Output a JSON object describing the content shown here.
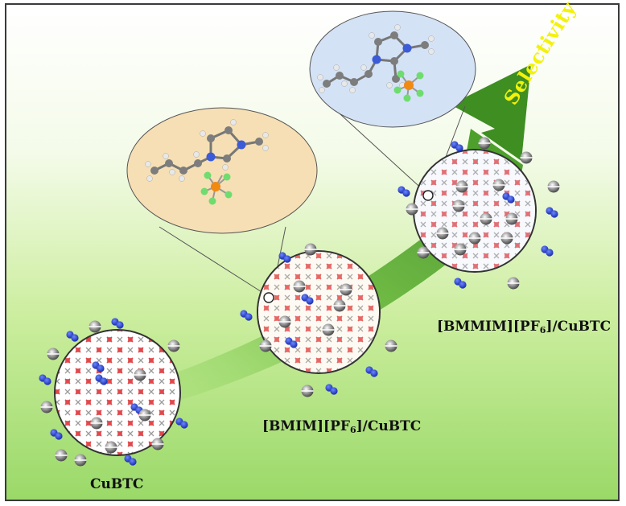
{
  "labels": {
    "arrow": "Selectivity",
    "framework_1": "CuBTC",
    "framework_2_pre": "[BMIM][PF",
    "framework_2_sub": "6",
    "framework_2_post": "]/CuBTC",
    "framework_3_pre": "[BMMIM][PF",
    "framework_3_sub": "6",
    "framework_3_post": "]/CuBTC"
  },
  "colors": {
    "arrow_dark": "#3e8e22",
    "arrow_light": "#8bd35a",
    "selectivity_text": "#f3f20a",
    "inset_bmim_fill": "#f6dfb4",
    "inset_bmmim_fill": "#d4e2f6",
    "framework_red": "#e0474a",
    "framework_gray": "#9a9a9a",
    "blue_molecule": "#1f3fd6",
    "gray_molecule": "#7a7a7a"
  },
  "icons": [
    "blue-diatomic-molecule-icon",
    "gray-sphere-molecule-icon",
    "imidazolium-ion-pair-model"
  ]
}
